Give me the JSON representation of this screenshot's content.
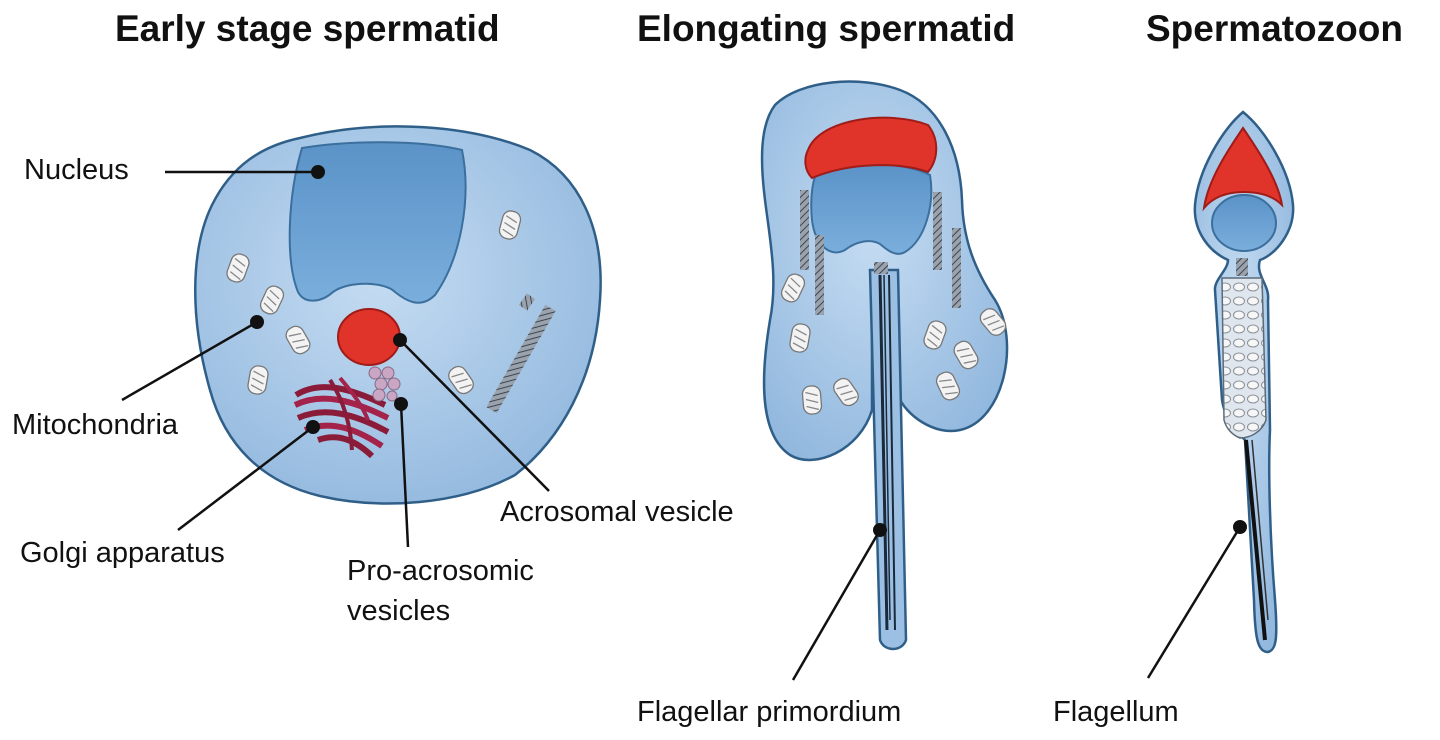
{
  "titles": {
    "early": "Early stage spermatid",
    "elongating": "Elongating spermatid",
    "spermatozoon": "Spermatozoon"
  },
  "labels": {
    "nucleus": "Nucleus",
    "mitochondria": "Mitochondria",
    "golgi": "Golgi apparatus",
    "pro_acrosomic_1": "Pro-acrosomic",
    "pro_acrosomic_2": "vesicles",
    "acrosomal_vesicle": "Acrosomal vesicle",
    "flagellar_primordium": "Flagellar primordium",
    "flagellum": "Flagellum"
  },
  "colors": {
    "cell_fill": "#a9c9e9",
    "cell_stroke": "#2a5b84",
    "nucleus_fill": "#6a9fd0",
    "acrosome": "#e0332a",
    "golgi": "#8a1c3a",
    "mitochondria": "#f2f2f2",
    "leader_line": "#111111"
  }
}
